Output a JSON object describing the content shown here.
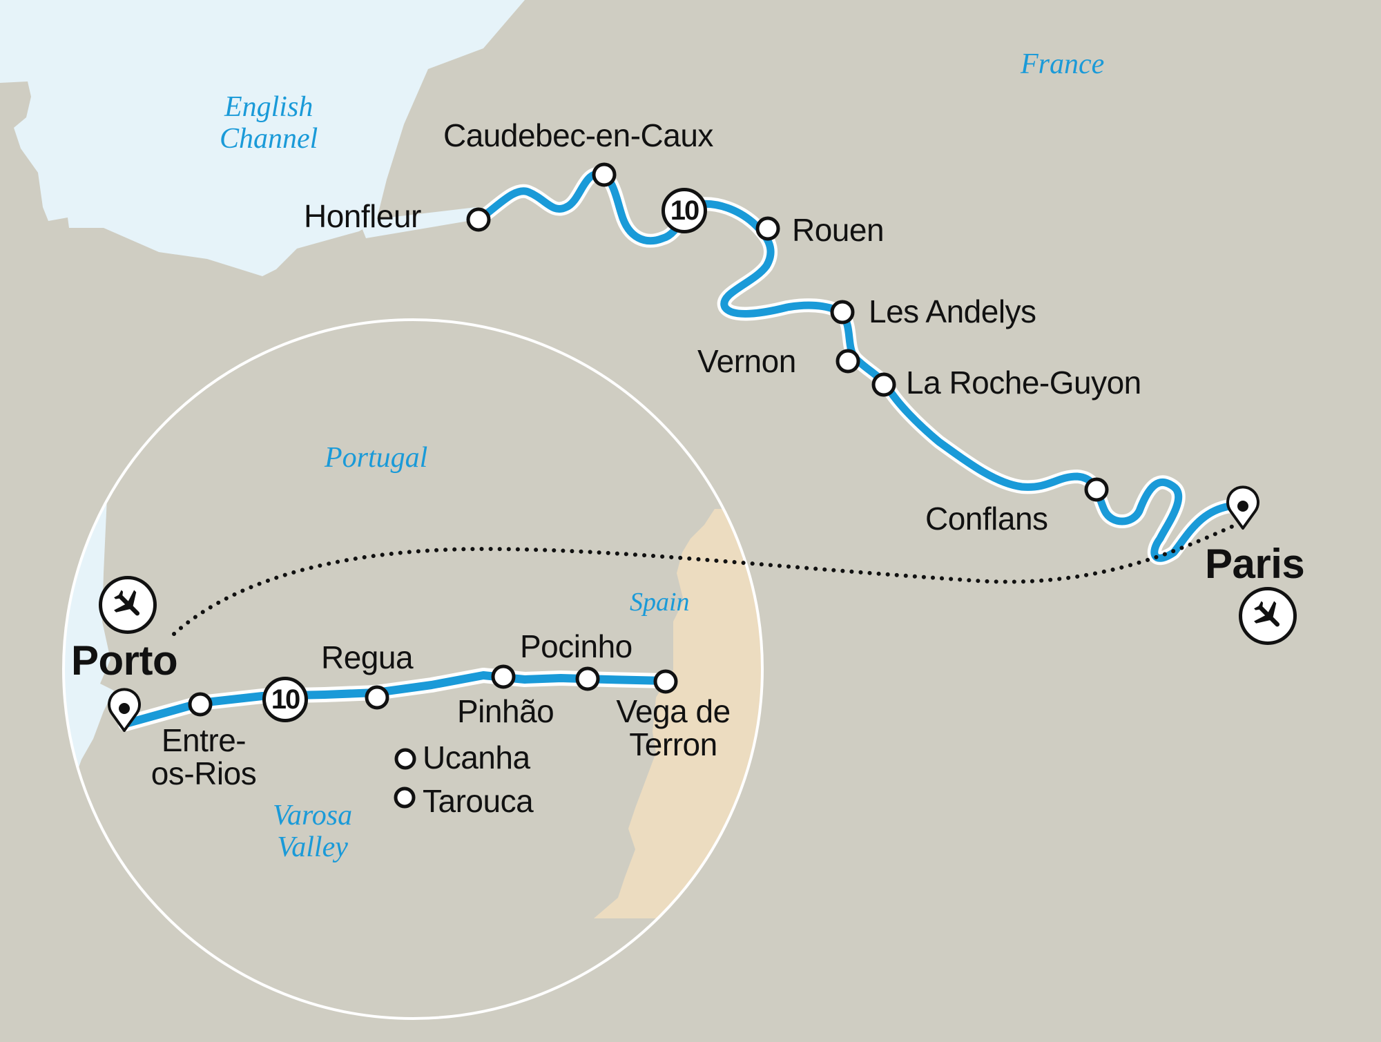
{
  "map": {
    "colors": {
      "land": "#cfcdc2",
      "water": "#e6f3f9",
      "spain": "#ecdcc0",
      "route": "#1a9ad8",
      "region_label": "#1a9ad8",
      "text": "#111111"
    },
    "regions": {
      "english_channel": "English\nChannel",
      "france": "France",
      "portugal": "Portugal",
      "spain": "Spain",
      "varosa_valley": "Varosa\nValley"
    },
    "seine_route": {
      "stops": [
        {
          "name": "Honfleur"
        },
        {
          "name": "Caudebec-en-Caux"
        },
        {
          "name": "Rouen"
        },
        {
          "name": "Les Andelys"
        },
        {
          "name": "Vernon"
        },
        {
          "name": "La Roche-Guyon"
        },
        {
          "name": "Conflans"
        }
      ],
      "endpoint": "Paris",
      "nights_badge": "10"
    },
    "douro_route": {
      "endpoint": "Porto",
      "stops": [
        {
          "name": "Entre-\nos-Rios"
        },
        {
          "name": "Regua"
        },
        {
          "name": "Pinhão"
        },
        {
          "name": "Pocinho"
        },
        {
          "name": "Vega de\nTerron"
        }
      ],
      "excursions": [
        {
          "name": "Ucanha"
        },
        {
          "name": "Tarouca"
        }
      ],
      "nights_badge": "10"
    },
    "icons": {
      "airport": "airplane-icon",
      "endpoint_marker": "map-pin-icon",
      "stop_marker": "circle-stop-icon"
    },
    "flight_connection": "Porto – Paris (dotted flight line)"
  }
}
